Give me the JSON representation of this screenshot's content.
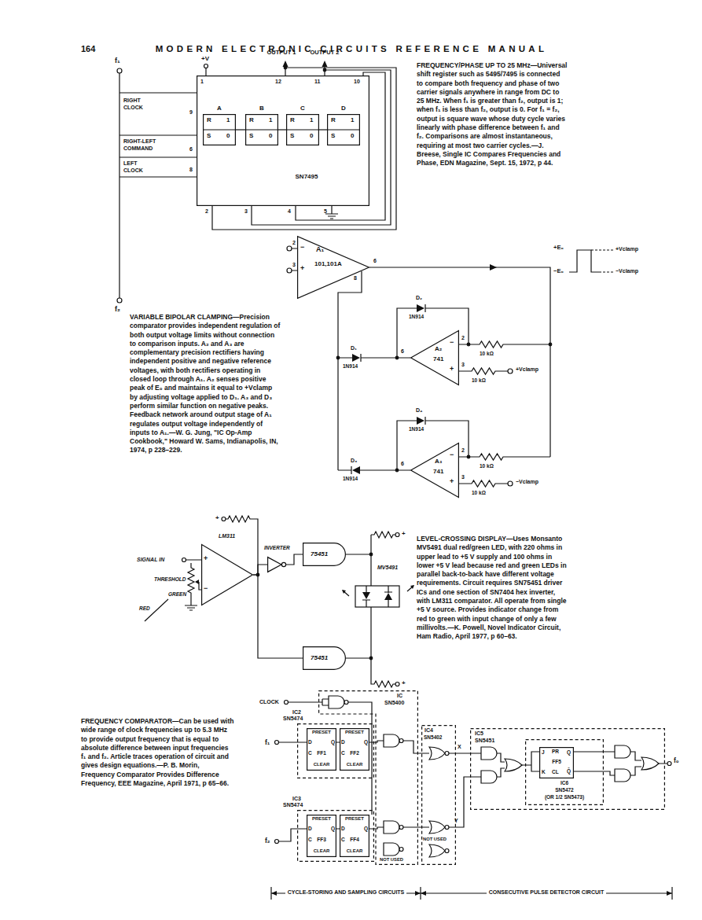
{
  "diagram": {
    "title": "MODERN ELECTRONIC CIRCUITS REFERENCE MANUAL",
    "nodes": [
      {
        "text": [
          "SN7495"
        ]
      },
      {
        "text": [
          "A",
          "R",
          "1",
          "S",
          "0"
        ],
        "in": 0
      },
      {
        "text": [
          "B",
          "R",
          "1",
          "S",
          "0"
        ],
        "in": 0
      },
      {
        "text": [
          "C",
          "R",
          "1",
          "S",
          "0"
        ],
        "in": 0
      },
      {
        "text": [
          "D",
          "R",
          "1",
          "S",
          "0"
        ],
        "in": 0
      },
      {
        "text": [
          "−",
          "A₁",
          "+",
          "101,101A"
        ]
      },
      {
        "text": [
          "−",
          "A₂",
          "741",
          "+"
        ]
      },
      {
        "text": [
          "−",
          "A₃",
          "741",
          "+"
        ]
      },
      {
        "text": [
          "LM311",
          "+",
          "−"
        ]
      },
      {
        "text": [
          "INVERTER"
        ]
      },
      {
        "text": [
          "75451"
        ]
      },
      {
        "text": [
          "75451"
        ]
      },
      {
        "text": [
          "IC",
          "SN5400"
        ]
      },
      {
        "text": [
          "IC2",
          "SN5474"
        ]
      },
      {
        "text": [
          "PRESET",
          "D",
          "Q",
          "C",
          "FF1",
          "CLEAR"
        ],
        "in": 13
      },
      {
        "text": [
          "PRESET",
          "D",
          "Q",
          "C",
          "FF2",
          "CLEAR"
        ],
        "in": 13
      },
      {
        "text": [
          "IC3",
          "SN5474"
        ]
      },
      {
        "text": [
          "PRESET",
          "D",
          "Q",
          "C",
          "FF3",
          "CLEAR"
        ],
        "in": 16
      },
      {
        "text": [
          "PRESET",
          "D",
          "Q",
          "C",
          "FF4",
          "CLEAR"
        ],
        "in": 16
      },
      {
        "text": [
          "IC4",
          "SN5402"
        ]
      },
      {
        "text": [
          "IC5",
          "SN5451"
        ]
      },
      {
        "text": [
          "IC6",
          "SN5472",
          "(OR 1/2 SN5473)"
        ],
        "in": 20
      },
      {
        "text": [
          "J",
          "PR",
          "Q",
          "FF5",
          "K",
          "CL",
          "Q̄"
        ],
        "in": 21
      }
    ],
    "edges": [
      {
        "from": 1,
        "to": 2,
        "arrow": "none"
      },
      {
        "from": 2,
        "to": 3,
        "arrow": "none"
      },
      {
        "from": 3,
        "to": 4,
        "arrow": "none"
      },
      {
        "from": 8,
        "to": 9,
        "arrow": "none"
      },
      {
        "from": 9,
        "to": 10,
        "arrow": "none"
      },
      {
        "from": 8,
        "to": 11,
        "arrow": "none"
      }
    ],
    "labels": [
      "164",
      "OUTPUT 1",
      "OUTPUT 2",
      "f₁",
      "+V",
      "RIGHT CLOCK",
      "9",
      "RIGHT-LEFT COMMAND",
      "6",
      "LEFT CLOCK",
      "8",
      "1",
      "12",
      "11",
      "10",
      "2",
      "3",
      "4",
      "5",
      "f₂",
      "FREQUENCY/PHASE UP TO 25 MHz—Universal shift register such as 5495/7495 is connected to compare both frequency and phase of two carrier signals anywhere in range from DC to 25 MHz. When f₁ is greater than f₂, output is 1; when f₁ is less than f₂, output is 0. For f₁ = f₂, output is square wave whose duty cycle varies linearly with phase difference between f₁ and f₂. Comparisons are almost instantaneous, requiring at most two carrier cycles.—J. Breese, Single IC Compares Frequencies and Phase, EDN Magazine, Sept. 15, 1972, p 44.",
      "VARIABLE BIPOLAR CLAMPING—Precision comparator provides independent regulation of both output voltage limits without connection to comparison inputs. A₂ and A₃ are complementary precision rectifiers having independent positive and negative reference voltages, with both rectifiers operating in closed loop through A₁. A₂ senses positive peak of E₀ and maintains it equal to +Vclamp by adjusting voltage applied to D₁. A₃ and D₃ perform similar function on negative peaks. Feedback network around output stage of A₁ regulates output voltage independently of inputs to A₁.—W. G. Jung, \"IC Op-Amp Cookbook,\" Howard W. Sams, Indianapolis, IN, 1974, p 228–229.",
      "2",
      "3",
      "6",
      "8",
      "D₂",
      "1N914",
      "D₁",
      "1N914",
      "6",
      "2",
      "3",
      "10 kΩ",
      "+Vclamp",
      "10 kΩ",
      "D₄",
      "1N914",
      "D₃",
      "1N914",
      "6",
      "2",
      "3",
      "10 kΩ",
      "−Vclamp",
      "10 kΩ",
      "+E₀",
      "−E₀",
      "+Vclamp",
      "−Vclamp",
      "+",
      "SIGNAL IN",
      "THRESHOLD",
      "GREEN",
      "RED",
      "+",
      "MV5491",
      "+",
      "LEVEL-CROSSING DISPLAY—Uses Monsanto MV5491 dual red/green LED, with 220 ohms in upper lead to +5 V supply and 100 ohms in lower +5 V lead because red and green LEDs in parallel back-to-back have different voltage requirements. Circuit requires SN75451 driver ICs and one section of SN7404 hex inverter, with LM311 comparator. All operate from single +5 V source. Provides indicator change from red to green with input change of only a few millivolts.—K. Powell, Novel Indicator Circuit, Ham Radio, April 1977, p 60–63.",
      "FREQUENCY COMPARATOR—Can be used with wide range of clock frequencies up to 5.3 MHz to provide output frequency that is equal to absolute difference between input frequencies f₁ and f₂. Article traces operation of circuit and gives design equations.—P. B. Morin, Frequency Comparator Provides Difference Frequency, EEE Magazine, April 1971, p 65–66.",
      "CLOCK",
      "f₁",
      "f₂",
      "NOT USED",
      "NOT USED",
      "X",
      "Y",
      "f₀",
      "CYCLE-STORING AND SAMPLING CIRCUITS",
      "CONSECUTIVE PULSE DETECTOR CIRCUIT"
    ]
  }
}
